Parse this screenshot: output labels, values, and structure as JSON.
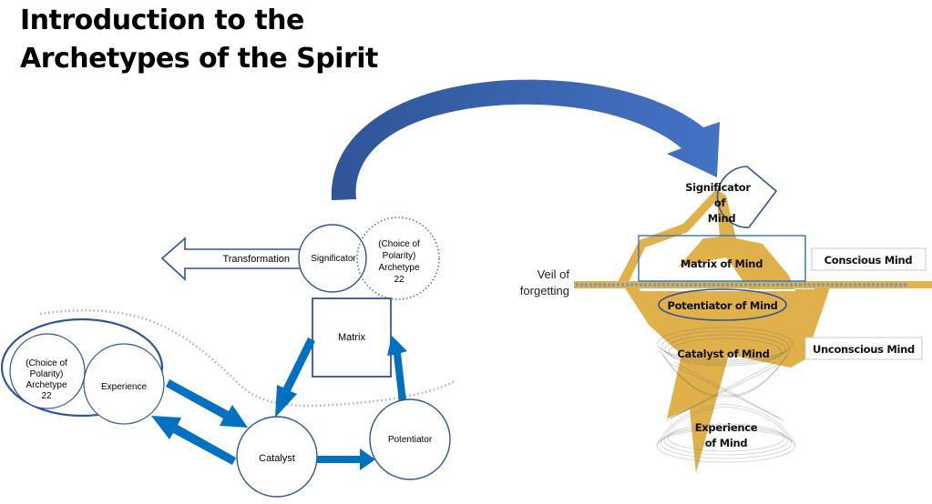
{
  "title": {
    "line1": "Introduction to the",
    "line2": "Archetypes of the Spirit"
  },
  "colors": {
    "node_outline": "#2f5597",
    "flow_arrow": "#0070c0",
    "big_arrow": "#3a63ad",
    "gold": "#e0b14a",
    "dotted_line": "#b0b0b0",
    "veil_line": "#8497b0",
    "matrix_box": "#2e75b6"
  },
  "left_diagram": {
    "transformation_label": "Transformation",
    "significator_label": "Significator",
    "choice_top": [
      "(Choice of",
      "Polarity)",
      "Archetype",
      "22"
    ],
    "matrix_label": "Matrix",
    "choice_left": [
      "(Choice of",
      "Polarity)",
      "Archetype",
      "22"
    ],
    "experience_label": "Experience",
    "catalyst_label": "Catalyst",
    "potentiator_label": "Potentiator"
  },
  "right_diagram": {
    "significator_lines": [
      "Significator",
      "of",
      "Mind"
    ],
    "matrix_label": "Matrix of Mind",
    "conscious_label": "Conscious Mind",
    "veil_lines": [
      "Veil of",
      "forgetting"
    ],
    "potentiator_label": "Potentiator of Mind",
    "catalyst_label": "Catalyst of Mind",
    "unconscious_label": "Unconscious Mind",
    "experience_lines": [
      "Experience",
      "of Mind"
    ]
  }
}
